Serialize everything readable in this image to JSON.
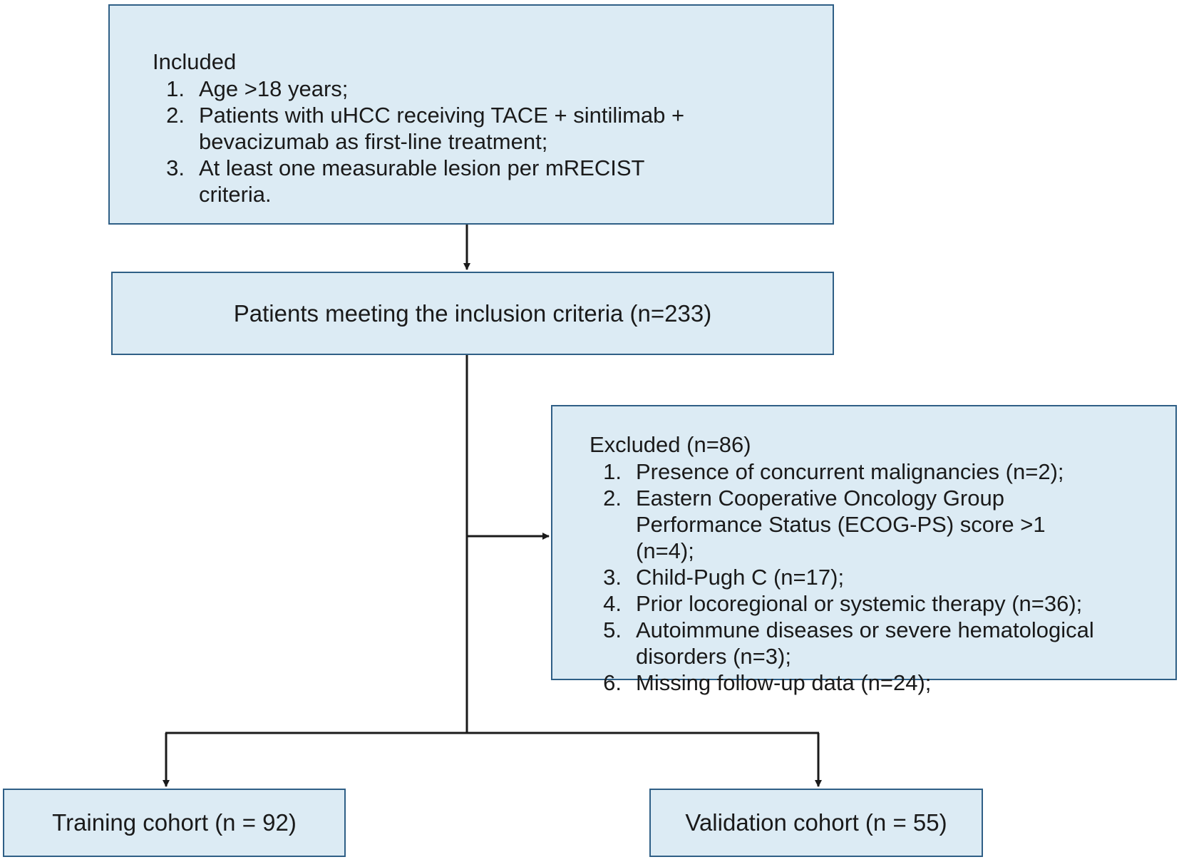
{
  "included": {
    "title": "Included",
    "items": [
      {
        "num": "1.",
        "text": "Age >18 years;"
      },
      {
        "num": "2.",
        "text": "Patients with uHCC receiving TACE + sintilimab + bevacizumab as first-line treatment;"
      },
      {
        "num": "3.",
        "text": "At least one measurable lesion per mRECIST criteria."
      }
    ]
  },
  "inclusion": {
    "label": "Patients meeting the inclusion criteria (n=233)"
  },
  "excluded": {
    "title": "Excluded (n=86)",
    "items": [
      {
        "num": "1.",
        "text": "Presence of concurrent malignancies (n=2);"
      },
      {
        "num": "2.",
        "text": "Eastern Cooperative Oncology Group Performance Status (ECOG-PS) score >1 (n=4);"
      },
      {
        "num": "3.",
        "text": "Child-Pugh C (n=17);"
      },
      {
        "num": "4.",
        "text": "Prior locoregional or systemic therapy (n=36);"
      },
      {
        "num": "5.",
        "text": "Autoimmune diseases or severe hematological disorders (n=3);"
      },
      {
        "num": "6.",
        "text": "Missing follow-up data (n=24);"
      }
    ]
  },
  "training": {
    "label": "Training cohort (n = 92)"
  },
  "validation": {
    "label": "Validation cohort (n = 55)"
  },
  "colors": {
    "box_fill": "#dcebf4",
    "box_border": "#2f5f86",
    "line": "#1a1a1a"
  }
}
